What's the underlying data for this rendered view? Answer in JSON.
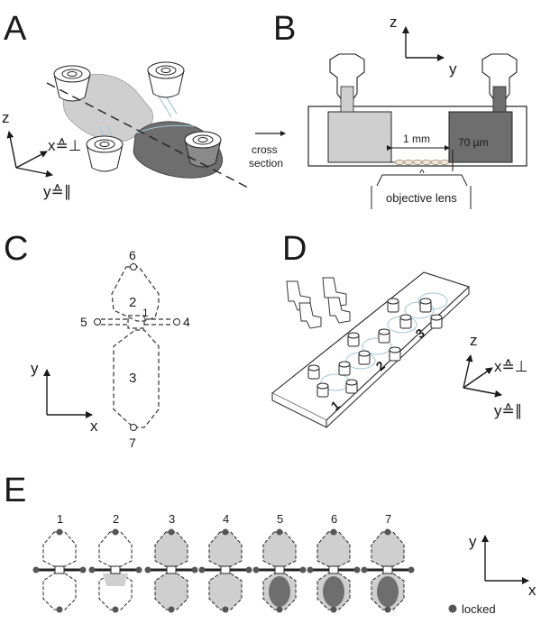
{
  "panels": {
    "a": {
      "letter": "A",
      "axis_z": "z",
      "axis_x": "x≙⊥",
      "axis_y": "y≙∥",
      "arrow_text_line1": "cross",
      "arrow_text_line2": "section"
    },
    "b": {
      "letter": "B",
      "axis_z": "z",
      "axis_y": "y",
      "dim_width": "1 mm",
      "dim_height": "70 µm",
      "lens_label": "objective lens"
    },
    "c": {
      "letter": "C",
      "ports": [
        "1",
        "2",
        "3",
        "4",
        "5",
        "6",
        "7"
      ],
      "axis_y": "y",
      "axis_x": "x"
    },
    "d": {
      "letter": "D",
      "chip_numbers": [
        "1",
        "2",
        "3"
      ],
      "axis_z": "z",
      "axis_x": "x≙⊥",
      "axis_y": "y≙∥"
    },
    "e": {
      "letter": "E",
      "steps": [
        "1",
        "2",
        "3",
        "4",
        "5",
        "6",
        "7"
      ],
      "legend_locked": "locked",
      "axis_y": "y",
      "axis_x": "x"
    }
  },
  "colors": {
    "light_fluid": "#cfcfcf",
    "dark_fluid": "#6e6e6e",
    "outline": "#222222",
    "channel_blue": "#9fc8d8",
    "locked_dot": "#555555",
    "red_marker": "#d03030"
  }
}
